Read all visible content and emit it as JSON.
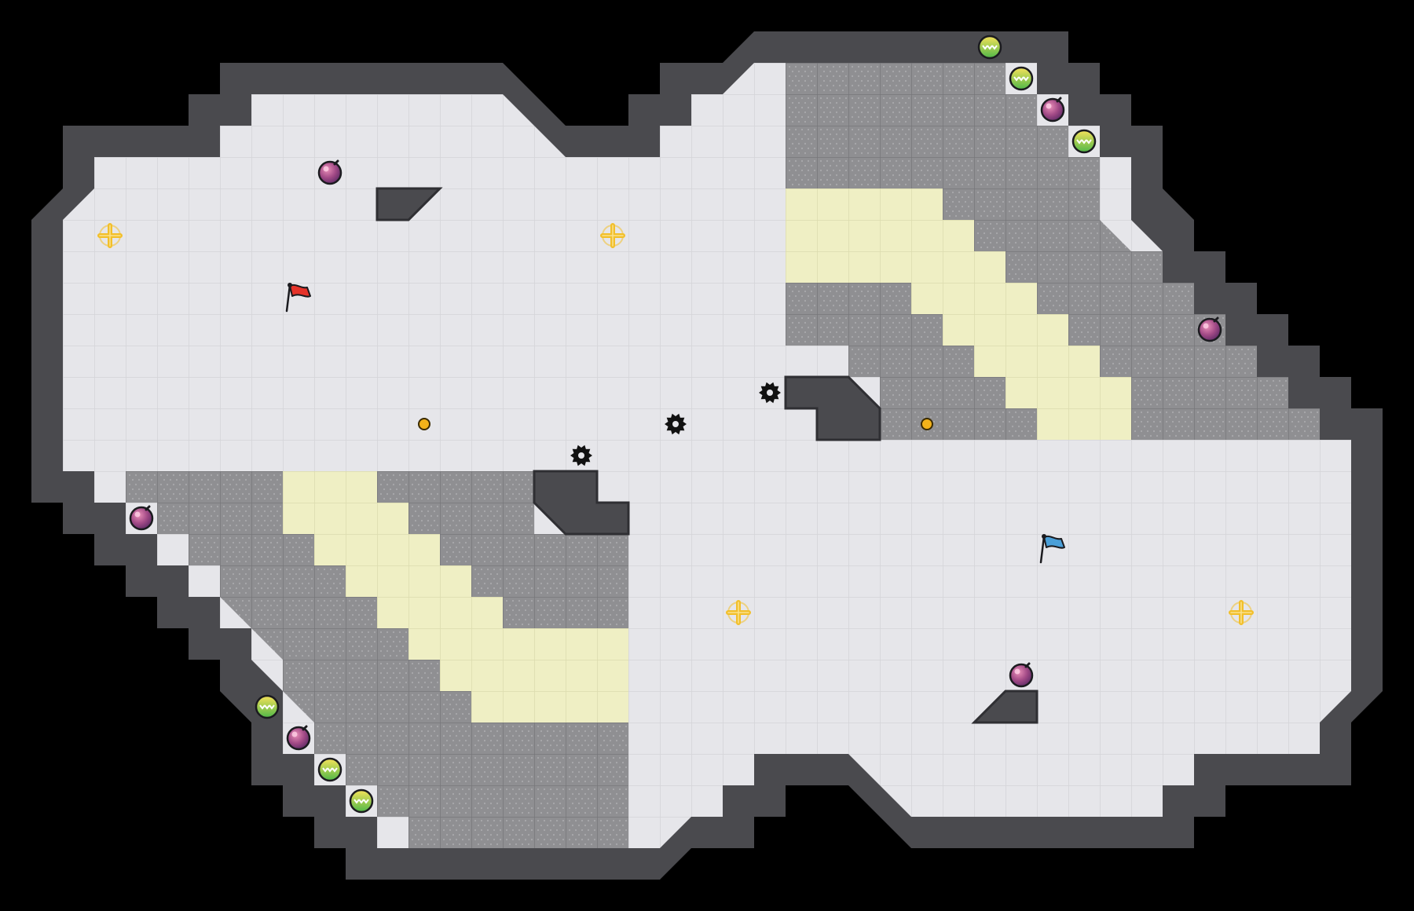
{
  "game": {
    "colors": {
      "background": "#000000",
      "wall": "#4a4a4e",
      "wall_inner": "#2f2f33",
      "floor": "#e6e6ea",
      "floor_grid": "#d4d4d8",
      "rough": "#8f8f92",
      "rough_dot": "#a9a9ac",
      "sand": "#efefc4",
      "sand_grid": "#dcdcae",
      "red_team": "#e5332a",
      "blue_team": "#4a9fd8",
      "powerup": "#f2bf2a"
    },
    "flags": [
      {
        "team": "red",
        "icon": "red-flag-icon",
        "col": 9,
        "row": 9
      },
      {
        "team": "blue",
        "icon": "blue-flag-icon",
        "col": 33,
        "row": 17
      }
    ],
    "spawn_markers": [
      {
        "icon": "powerup-spawn-icon",
        "col": 3,
        "row": 7
      },
      {
        "icon": "powerup-spawn-icon",
        "col": 19,
        "row": 7
      },
      {
        "icon": "powerup-spawn-icon",
        "col": 23,
        "row": 19
      },
      {
        "icon": "powerup-spawn-icon",
        "col": 39,
        "row": 19
      }
    ],
    "bombs": [
      {
        "icon": "bomb-icon",
        "col": 10,
        "row": 5
      },
      {
        "icon": "bomb-icon",
        "col": 4,
        "row": 16
      },
      {
        "icon": "bomb-icon",
        "col": 9,
        "row": 23
      },
      {
        "icon": "bomb-icon",
        "col": 33,
        "row": 3
      },
      {
        "icon": "bomb-icon",
        "col": 38,
        "row": 10
      },
      {
        "icon": "bomb-icon",
        "col": 32,
        "row": 21
      }
    ],
    "boosts": [
      {
        "icon": "speed-boost-icon",
        "col": 31,
        "row": 1
      },
      {
        "icon": "speed-boost-icon",
        "col": 32,
        "row": 2
      },
      {
        "icon": "speed-boost-icon",
        "col": 34,
        "row": 4
      },
      {
        "icon": "speed-boost-icon",
        "col": 8,
        "row": 22
      },
      {
        "icon": "speed-boost-icon",
        "col": 10,
        "row": 24
      },
      {
        "icon": "speed-boost-icon",
        "col": 11,
        "row": 25
      }
    ],
    "spikes": [
      {
        "icon": "spike-mine-icon",
        "col": 24,
        "row": 12
      },
      {
        "icon": "spike-mine-icon",
        "col": 21,
        "row": 13
      },
      {
        "icon": "spike-mine-icon",
        "col": 18,
        "row": 14
      }
    ],
    "portals": [
      {
        "icon": "portal-dot-icon",
        "col": 13,
        "row": 13
      },
      {
        "icon": "portal-dot-icon",
        "col": 29,
        "row": 13
      }
    ]
  }
}
